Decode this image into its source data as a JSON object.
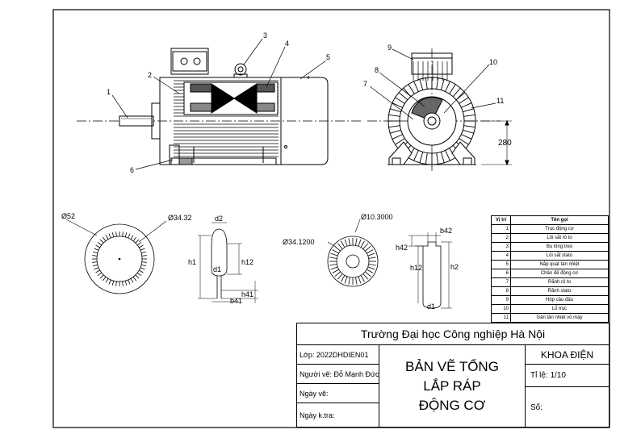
{
  "callouts": [
    "1",
    "2",
    "3",
    "4",
    "5",
    "6",
    "7",
    "8",
    "9",
    "10",
    "11"
  ],
  "dimension_labels": {
    "height_280": "280",
    "outer_diameter": "Ø52",
    "inner_diameter": "Ø34.32",
    "rotor_outer": "Ø34.1200",
    "rotor_shaft": "Ø10.3000",
    "stator_slot": {
      "d2": "d2",
      "d1": "d1",
      "h1": "h1",
      "h12": "h12",
      "h41": "h41",
      "b41": "b41"
    },
    "rotor_slot": {
      "b42": "b42",
      "h42": "h42",
      "h12": "h12",
      "h2": "h2",
      "d1": "d1"
    }
  },
  "parts_table": {
    "headers": [
      "Vị trí",
      "Tên gọi"
    ],
    "rows": [
      {
        "no": "1",
        "name": "Trục động cơ"
      },
      {
        "no": "2",
        "name": "Lõi sắt rô to"
      },
      {
        "no": "3",
        "name": "Bu lông treo"
      },
      {
        "no": "4",
        "name": "Lõi sắt stato"
      },
      {
        "no": "5",
        "name": "Nắp quạt tản nhiệt"
      },
      {
        "no": "6",
        "name": "Chân đế động cơ"
      },
      {
        "no": "7",
        "name": "Rãnh rô to"
      },
      {
        "no": "8",
        "name": "Rãnh stato"
      },
      {
        "no": "9",
        "name": "Hộp cầu đấu"
      },
      {
        "no": "10",
        "name": "Lỗ trục"
      },
      {
        "no": "11",
        "name": "Gân tản nhiệt vỏ máy"
      }
    ]
  },
  "title_block": {
    "school": "Trường Đại học Công nghiệp Hà Nội",
    "class_label": "Lớp: 2022DHDIEN01",
    "drawer_label": "Người vẽ: Đỗ Mạnh Đức",
    "date_label": "Ngày vẽ:",
    "check_label": "Ngày k.tra:",
    "title_line1": "BẢN VẼ TỔNG",
    "title_line2": "LẮP RÁP",
    "title_line3": "ĐỘNG CƠ",
    "department": "KHOA ĐIỆN",
    "scale": "Tỉ lệ: 1/10",
    "sheet_no": "Số:"
  }
}
